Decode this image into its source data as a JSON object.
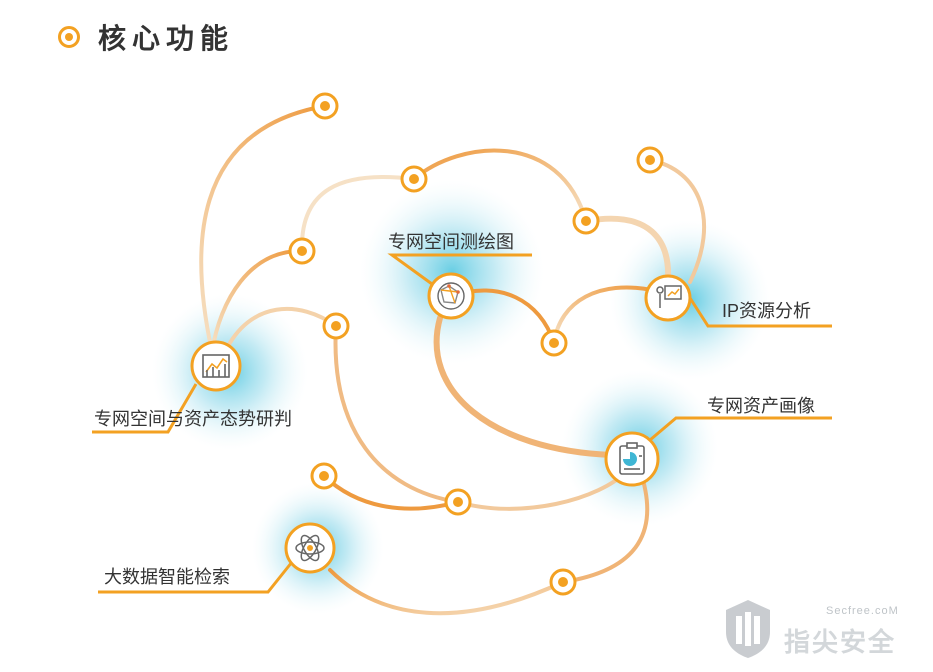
{
  "heading": {
    "title": "核心功能"
  },
  "colors": {
    "accent": "#f3a122",
    "path_light": "#f4dcc0",
    "path_dark": "#ee9a3f",
    "glow": "#7fd4e6",
    "text": "#333333"
  },
  "features": [
    {
      "label": "专网空间与资产态势研判",
      "icon": "trend-chart-icon"
    },
    {
      "label": "专网空间测绘图",
      "icon": "network-map-icon"
    },
    {
      "label": "IP资源分析",
      "icon": "presenter-board-icon"
    },
    {
      "label": "专网资产画像",
      "icon": "clipboard-report-icon"
    },
    {
      "label": "大数据智能检索",
      "icon": "atom-search-icon"
    }
  ],
  "watermark": {
    "site": "Secfree.coM",
    "name": "指尖安全",
    "icon": "shield-logo-icon"
  }
}
